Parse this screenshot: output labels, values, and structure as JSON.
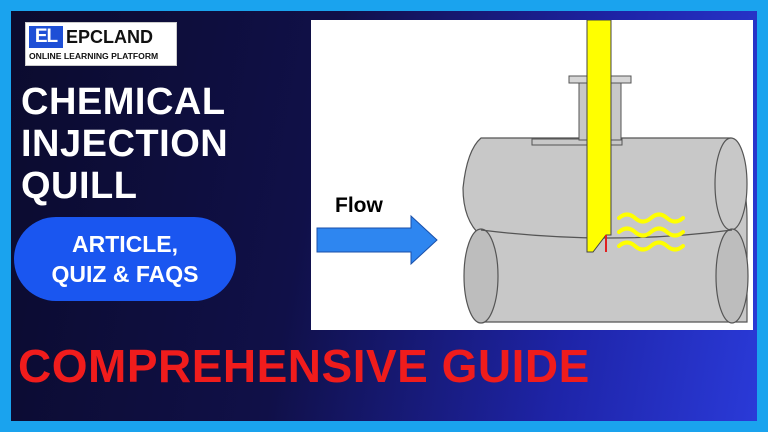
{
  "logo": {
    "badge": "EL",
    "name": "EPCLAND",
    "tagline": "ONLINE LEARNING PLATFORM"
  },
  "title_lines": [
    "CHEMICAL",
    "INJECTION",
    "QUILL"
  ],
  "pill": {
    "line1": "ARTICLE,",
    "line2": "QUIZ & FAQS"
  },
  "diagram": {
    "flow_label": "Flow"
  },
  "headline": "COMPREHENSIVE GUIDE",
  "colors": {
    "border": "#1aa3ee",
    "pill": "#1a56f0",
    "headline": "#f01c1c",
    "quill": "#ffff00",
    "pipe": "#c8c8c8",
    "arrow": "#2e86f0"
  }
}
